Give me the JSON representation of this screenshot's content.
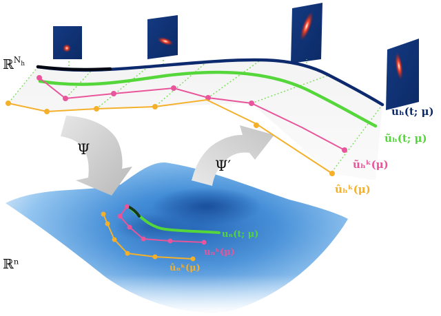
{
  "labels": {
    "space_high": "ℝ^{N_h}",
    "space_low": "ℝⁿ",
    "psi": "Ψ",
    "psi_prime": "Ψ′",
    "u_h": "uₕ(t; μ)",
    "u_tilde_h": "ũₕ(t; μ)",
    "u_tilde_h_k": "ũₕᵏ(μ)",
    "u_hat_h_k": "ûₕᵏ(μ)",
    "u_n": "uₙ(t; μ)",
    "u_n_k": "uₙᵏ(μ)",
    "u_hat_n_k": "ûₙᵏ(μ)"
  },
  "colors": {
    "u_h": "#0d2a6e",
    "u_tilde_h": "#55d63a",
    "u_tilde_h_k": "#e8559a",
    "u_hat_h_k": "#f4b02a",
    "link": "#77dd55",
    "arrow": "#d6d6d6",
    "panel_bg": "#12347a",
    "blob": "#e02818"
  },
  "snapshots": [
    {
      "name": "snapshot-1",
      "shape": "dot"
    },
    {
      "name": "snapshot-2",
      "shape": "streak-short"
    },
    {
      "name": "snapshot-3",
      "shape": "streak-long"
    },
    {
      "name": "snapshot-4",
      "shape": "streak-curved"
    }
  ]
}
